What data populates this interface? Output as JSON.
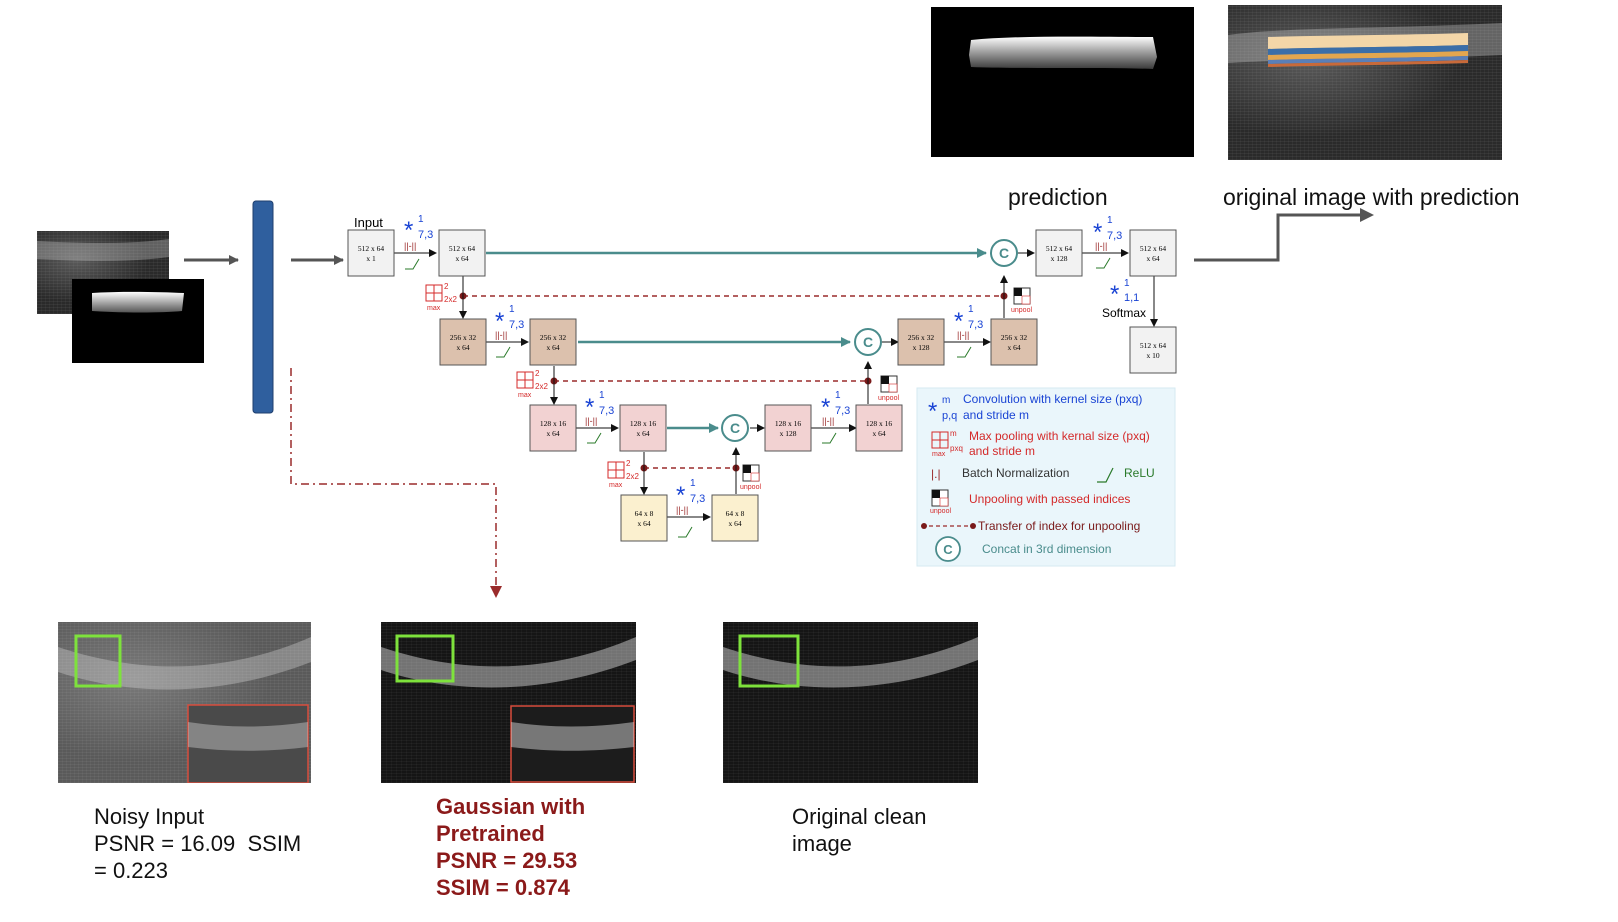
{
  "top_labels": {
    "prediction": "prediction",
    "original_with_prediction": "original image with prediction"
  },
  "network": {
    "input_label": "Input",
    "softmax_label": "Softmax",
    "blocks": {
      "in": [
        "512 x 64",
        "x 1"
      ],
      "enc1": [
        "512 x 64",
        "x 64"
      ],
      "enc2a": [
        "256 x 32",
        "x 64"
      ],
      "enc2b": [
        "256 x 32",
        "x 64"
      ],
      "enc3a": [
        "128 x 16",
        "x 64"
      ],
      "enc3b": [
        "128 x 16",
        "x 64"
      ],
      "bot_a": [
        "64 x 8",
        "x 64"
      ],
      "bot_b": [
        "64 x 8",
        "x 64"
      ],
      "dec3a": [
        "128 x 16",
        "x 128"
      ],
      "dec3b": [
        "128 x 16",
        "x 64"
      ],
      "dec2a": [
        "256 x 32",
        "x 128"
      ],
      "dec2b": [
        "256 x 32",
        "x 64"
      ],
      "dec1a": [
        "512 x 64",
        "x 128"
      ],
      "dec1b": [
        "512 x 64",
        "x 64"
      ],
      "out": [
        "512 x 64",
        "x 10"
      ]
    },
    "conv_sub": "7,3",
    "conv_sup": "1",
    "conv_out_sub": "1,1",
    "pool_sub": "2x2",
    "pool_sup": "2",
    "pool_max": "max",
    "unpool_label": "unpool",
    "bn_glyph": "||-||",
    "concat_glyph": "C"
  },
  "legend": {
    "conv": "Convolution with kernel size (pxq)",
    "conv2": "and stride m",
    "conv_sup": "m",
    "conv_sub": "p,q",
    "pool": "Max pooling with kernal size (pxq)",
    "pool2": "and stride m",
    "pool_sup": "m",
    "pool_sub": "pxq",
    "pool_max": "max",
    "bn": "Batch Normalization",
    "relu": "ReLU",
    "unpool": "Unpooling with passed indices",
    "unpool_small": "unpool",
    "transfer": "Transfer of index for unpooling",
    "concat": "Concat in 3rd dimension",
    "concat_glyph": "C",
    "bn_glyph": "|.|"
  },
  "captions": {
    "noisy": [
      "Noisy Input",
      "PSNR = 16.09  SSIM",
      "= 0.223"
    ],
    "gaussian": [
      "Gaussian with",
      "Pretrained",
      "PSNR = 29.53",
      "SSIM = 0.874"
    ],
    "clean": [
      "Original clean",
      "image"
    ]
  },
  "colors": {
    "bar": "#2f5f9e",
    "teal": "#4a8c8c",
    "dashed": "#9a2b2b",
    "conv": "#1a44d4",
    "pool": "#d42a2a",
    "relu": "#2a7a2a",
    "enc_tan": "#dcc1ad",
    "enc_pink": "#f2d2d2",
    "bot_yellow": "#fbf0cf",
    "gray_box": "#f2f2f2",
    "legend_bg": "#eaf6fb",
    "green_box": "#7ee23c",
    "red_box": "#d84c3c",
    "caption_red": "#8b1a1a"
  }
}
